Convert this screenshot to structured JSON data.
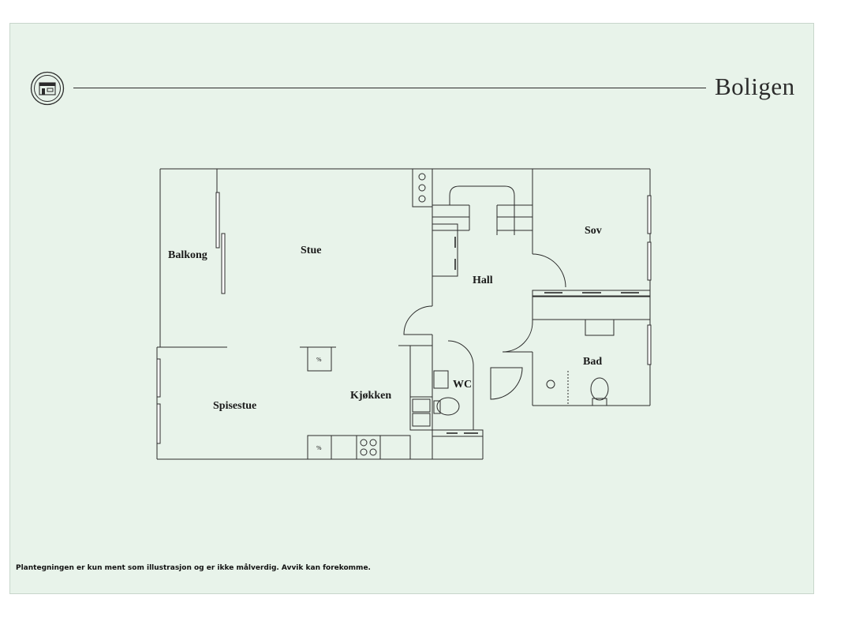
{
  "header": {
    "brand": "Boligen",
    "logo_icon": "house-badge-icon"
  },
  "rooms": {
    "balkong": "Balkong",
    "stue": "Stue",
    "hall": "Hall",
    "sov": "Sov",
    "bad": "Bad",
    "wc": "WC",
    "kjokken": "Kjøkken",
    "spisestue": "Spisestue"
  },
  "fixtures": {
    "cabinet_label_1": "%",
    "cabinet_label_2": "%"
  },
  "footer": {
    "disclaimer": "Plantegningen er kun ment som illustrasjon og er ikke målverdig. Avvik kan forekomme."
  },
  "colors": {
    "background": "#e8f3ea",
    "line": "#2b2b2b"
  }
}
